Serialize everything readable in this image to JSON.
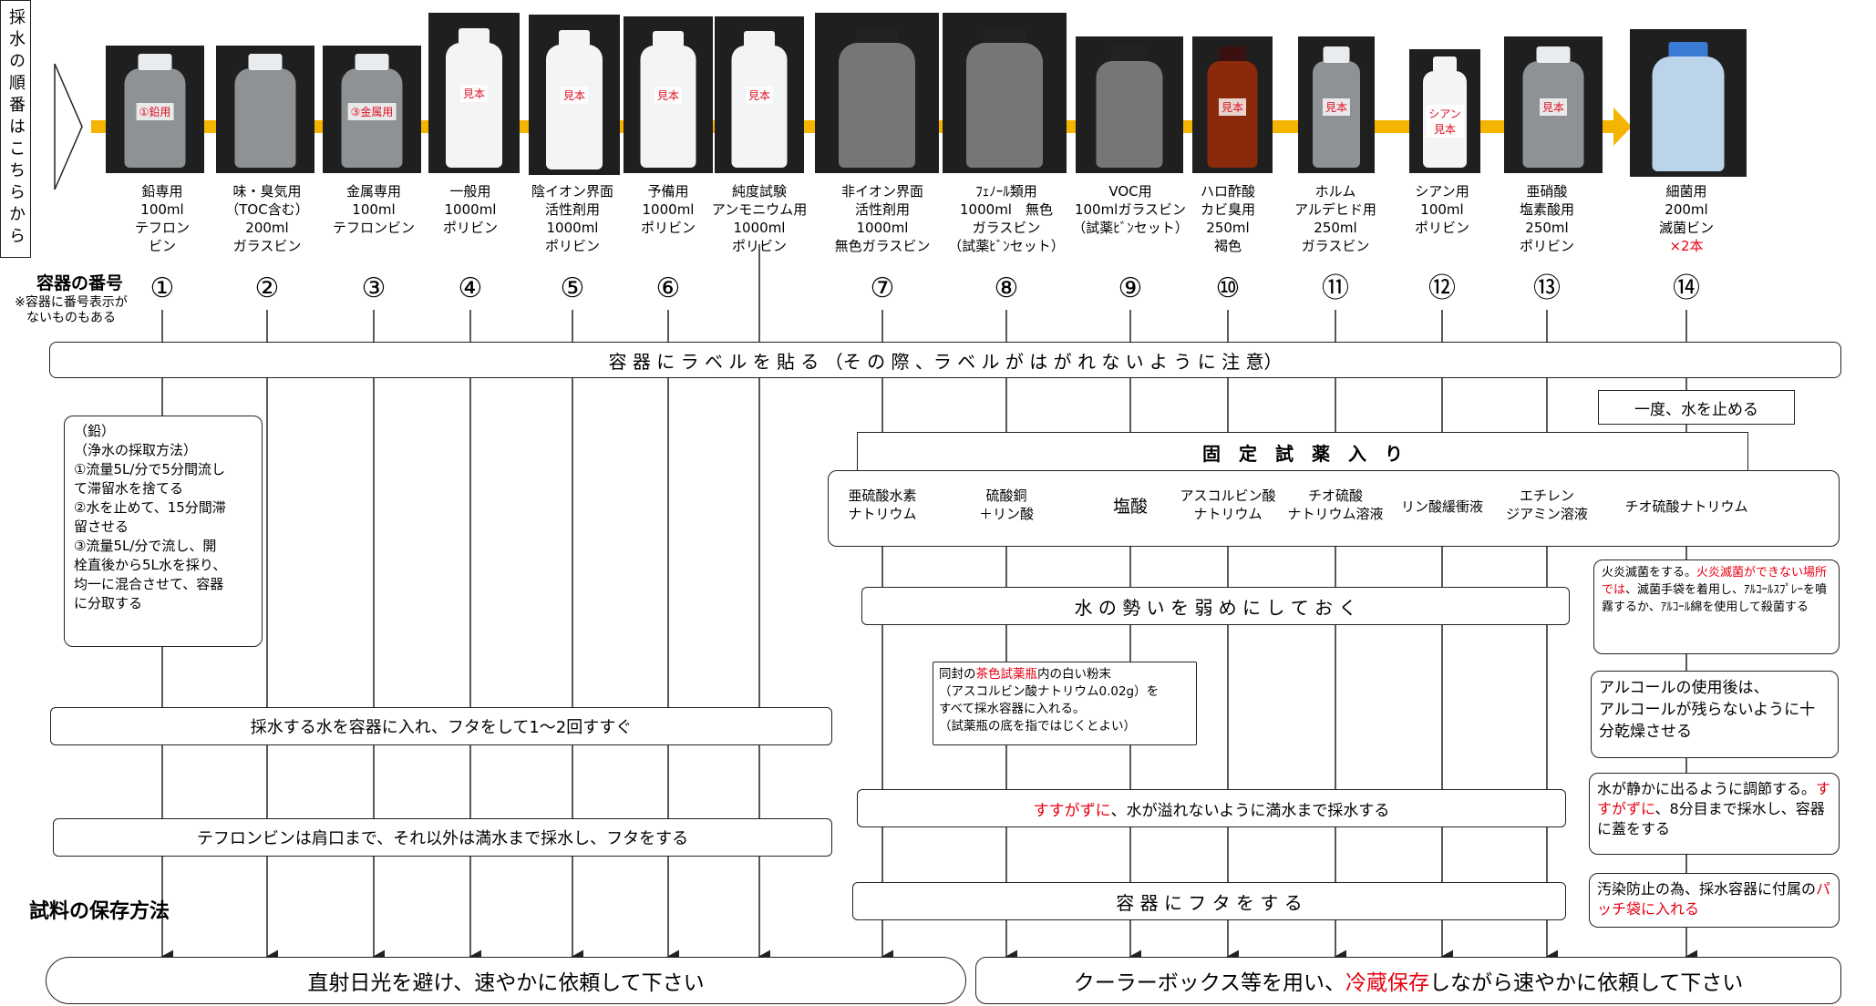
{
  "side_banner": "採水の順番はこちらから",
  "container_number_heading": "容器の番号",
  "container_number_note": "※容器に番号表示が\nないものもある",
  "containers": [
    {
      "num": "①",
      "label": "鉛専用\n100ml\nテフロン\nビン",
      "photo_label": "①鉛用"
    },
    {
      "num": "②",
      "label": "味・臭気用\n（TOC含む）\n200ml\nガラスビン",
      "photo_label": ""
    },
    {
      "num": "③",
      "label": "金属専用\n100ml\nテフロンビン",
      "photo_label": "③金属用"
    },
    {
      "num": "④",
      "label": "一般用\n1000ml\nポリビン",
      "photo_label": "見本"
    },
    {
      "num": "⑤",
      "label": "陰イオン界面\n活性剤用\n1000ml\nポリビン",
      "photo_label": "見本"
    },
    {
      "num": "⑥",
      "label": "予備用\n1000ml\nポリビン",
      "photo_label": "見本"
    },
    {
      "num": "",
      "label": "純度試験\nアンモニウム用\n1000ml\nポリビン",
      "photo_label": "見本"
    },
    {
      "num": "⑦",
      "label": "非イオン界面\n活性剤用\n1000ml\n無色ガラスビン",
      "photo_label": ""
    },
    {
      "num": "⑧",
      "label": "ﾌｪﾉｰﾙ類用\n1000ml　無色\nガラスビン\n（試薬ﾋﾞﾝセット）",
      "photo_label": ""
    },
    {
      "num": "⑨",
      "label": "VOC用\n100mlガラスビン\n（試薬ﾋﾞﾝセット）",
      "photo_label": ""
    },
    {
      "num": "⑩",
      "label": "ハロ酢酸\nカビ臭用\n250ml\n褐色",
      "photo_label": "見本"
    },
    {
      "num": "⑪",
      "label": "ホルム\nアルデヒド用\n250ml\nガラスビン",
      "photo_label": "見本"
    },
    {
      "num": "⑫",
      "label": "シアン用\n100ml\nポリビン",
      "photo_label": "シアン\n見本"
    },
    {
      "num": "⑬",
      "label": "亜硝酸\n塩素酸用\n250ml\nポリビン",
      "photo_label": "見本"
    },
    {
      "num": "⑭",
      "label": "細菌用\n200ml\n滅菌ビン",
      "label_red": "×2本",
      "photo_label": ""
    }
  ],
  "steps": {
    "label_bar": "容 器 に ラ ベ ル を 貼 る （そ の 際 、ラ ベ ル が は が れ な い よ う に 注 意）",
    "stop_water": "一度、水を止める",
    "fixed_reagent": "固　定　試　薬　入　り",
    "reagents": [
      "亜硫酸水素\nナトリウム",
      "硫酸銅\n＋リン酸",
      "塩酸",
      "アスコルビン酸\nナトリウム",
      "チオ硫酸\nナトリウム溶液",
      "リン酸緩衝液",
      "エチレン\nジアミン溶液",
      "チオ硫酸ナトリウム"
    ],
    "lead_method": "（鉛）\n（浄水の採取方法）\n①流量5L/分で5分間流し\nて滞留水を捨てる\n②水を止めて、15分間滞\n留させる\n③流量5L/分で流し、開\n栓直後から5L水を採り、\n均一に混合させて、容器\nに分取する",
    "flame_pre": "火炎滅菌をする。",
    "flame_red": "火炎滅菌ができない場所では",
    "flame_post": "、滅菌手袋を着用し、ｱﾙｺｰﾙｽﾌﾟﾚｰを噴霧するか、ｱﾙｺｰﾙ綿を使用して殺菌する",
    "weaken_flow": "水 の 勢 い を 弱 め に し て お く",
    "powder_pre": "同封の",
    "powder_red": "茶色試薬瓶",
    "powder_post": "内の白い粉末\n（アスコルビン酸ナトリウム0.02g）を\nすべて採水容器に入れる。\n（試薬瓶の底を指ではじくとよい）",
    "alcohol_dry": "アルコールの使用後は、\nアルコールが残らないように十\n分乾燥させる",
    "rinse": "採水する水を容器に入れ、フタをして1～2回すすぐ",
    "no_rinse_red": "すすがずに",
    "no_rinse_post": "、水が溢れないように満水まで採水する",
    "bact_fill_pre": "水が静かに出るように調節する。",
    "bact_fill_red": "すすがずに",
    "bact_fill_post": "、8分目まで採水し、容器に蓋をする",
    "teflon_fill": "テフロンビンは肩口まで、それ以外は満水まで採水し、フタをする",
    "cap": "容 器 に フ タ を す る",
    "bag_pre": "汚染防止の為、採水容器に付属の",
    "bag_red": "パッチ袋に入れる"
  },
  "storage_heading": "試料の保存方法",
  "storage_left": "直射日光を避け、速やかに依頼して下さい",
  "storage_right_pre": "クーラーボックス等を用い、",
  "storage_right_red": "冷蔵保存",
  "storage_right_post": "しながら速やかに依頼して下さい",
  "colors": {
    "arrow": "#f5b400",
    "red": "#e60012",
    "photo_bg": "#1f1f1f"
  }
}
